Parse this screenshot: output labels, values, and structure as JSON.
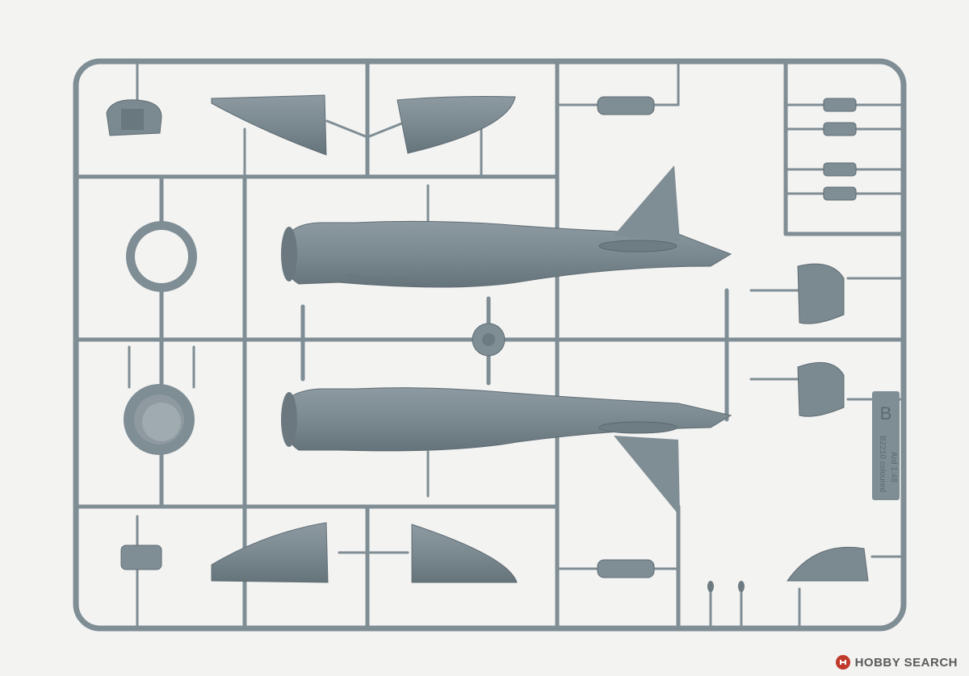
{
  "image": {
    "subject": "plastic model kit sprue (runner) with aircraft parts",
    "colors": {
      "background": "#f3f3f2",
      "plastic": "#7f8d94",
      "plastic_dark": "#5f6c73",
      "plastic_light": "#98a4aa"
    }
  },
  "sprue": {
    "letter": "B",
    "code_text": "B2210 coloured",
    "brand_text": "Ard 1:48"
  },
  "watermark": {
    "text": "HOBBY SEARCH",
    "icon": "hobbysearch-logo-icon"
  }
}
